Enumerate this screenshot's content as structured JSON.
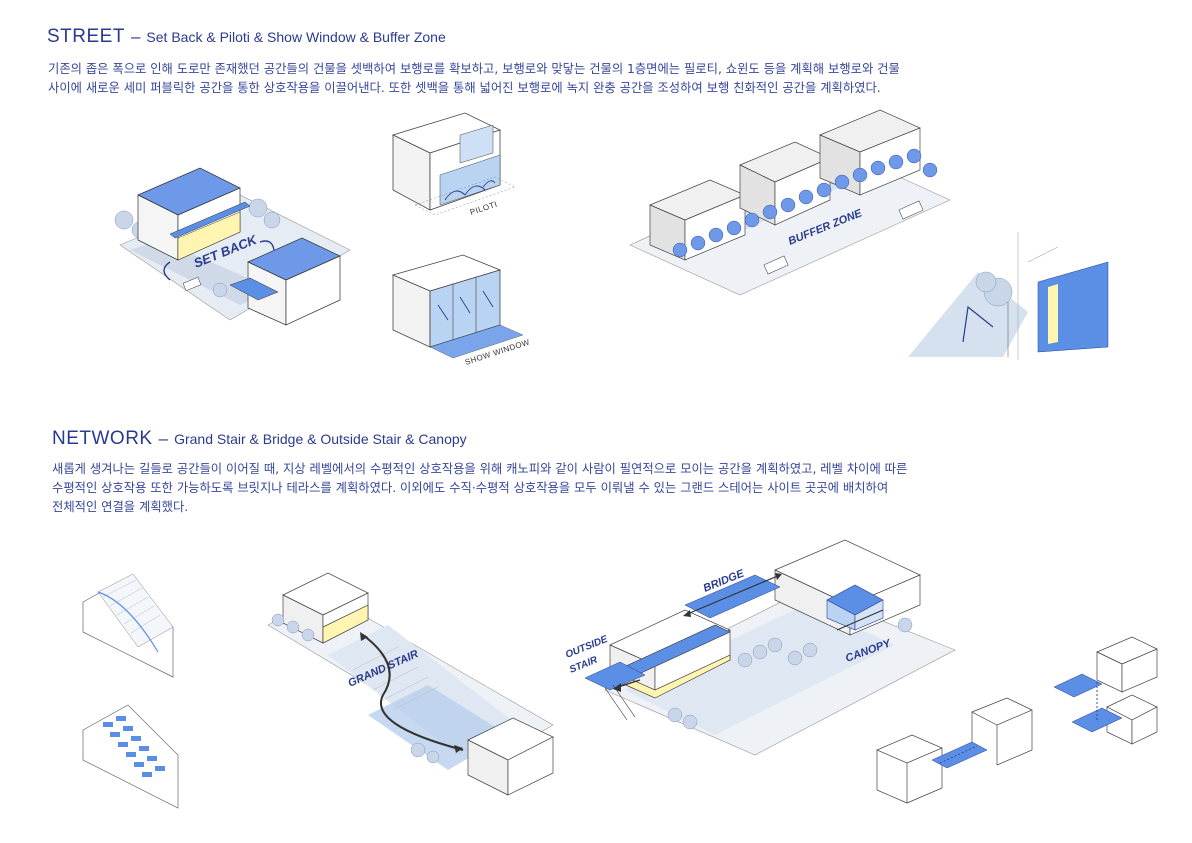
{
  "colors": {
    "accent_blue": "#5b8fe6",
    "light_blue": "#b9d3f2",
    "text_blue": "#2a3a8f",
    "tree": "#c7d6ec",
    "yellow": "#fff3a8",
    "line": "#555555"
  },
  "street": {
    "title": "STREET",
    "dash": "–",
    "subtitle": "Set Back & Piloti & Show Window & Buffer Zone",
    "paragraph": [
      " 기존의 좁은 폭으로 인해 도로만 존재했던 공간들의 건물을 셋백하여 보행로를 확보하고, 보행로와 맞닿는 건물의 1층면에는 필로티, 쇼윈도 등을 계획해 보행로와 건물",
      "사이에 새로운 세미 퍼블릭한 공간을 통한 상호작용을 이끌어낸다. 또한 셋백을 통해 넓어진 보행로에 녹지 완충 공간을 조성하여 보행 친화적인 공간을 계획하였다."
    ],
    "labels": {
      "set_back": "SET BACK",
      "piloti": "PILOTI",
      "show_window": "SHOW WINDOW",
      "buffer_zone": "BUFFER ZONE"
    }
  },
  "network": {
    "title": "NETWORK",
    "dash": "–",
    "subtitle": "Grand Stair & Bridge & Outside Stair & Canopy",
    "paragraph": [
      " 새롭게 생겨나는 길들로 공간들이 이어질 때, 지상 레벨에서의 수평적인 상호작용을 위해 캐노피와 같이 사람이 필연적으로 모이는 공간을 계획하였고,  레벨 차이에 따른",
      "수평적인 상호작용 또한 가능하도록 브릿지나 테라스를 계획하였다. 이외에도 수직·수평적 상호작용을 모두 이뤄낼 수 있는 그랜드 스테어는 사이트 곳곳에 배치하여",
      "전체적인 연결을 계획했다."
    ],
    "labels": {
      "grand_stair": "GRAND STAIR",
      "bridge": "BRIDGE",
      "outside_1": "OUTSIDE",
      "outside_2": "STAIR",
      "canopy": "CANOPY"
    }
  }
}
